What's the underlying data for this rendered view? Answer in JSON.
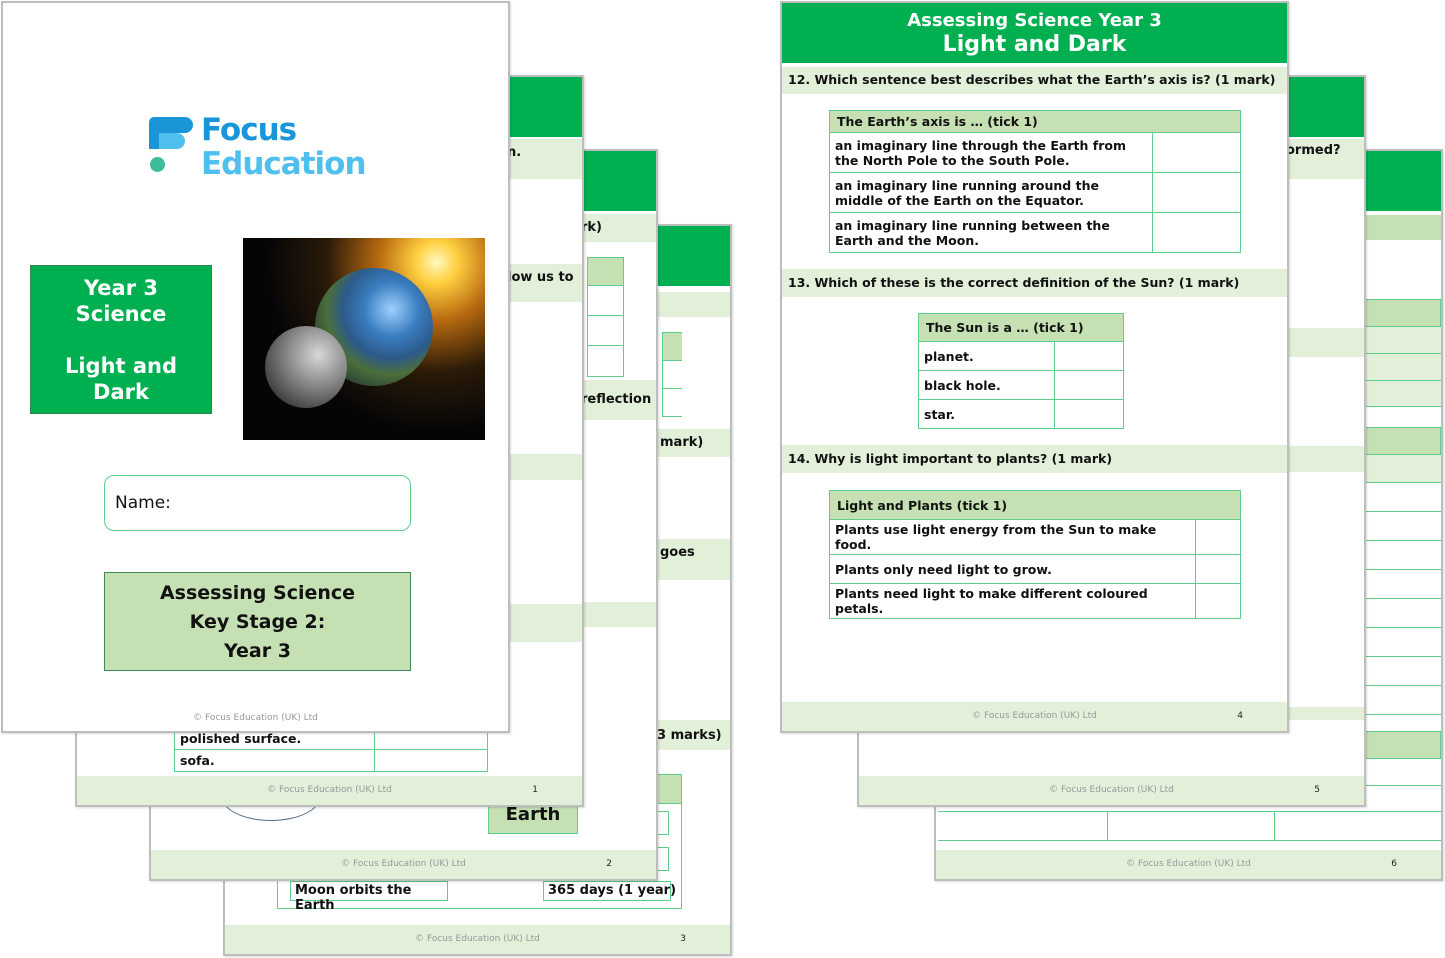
{
  "footer_text": "© Focus Education (UK) Ltd",
  "colors": {
    "header_green": "#00b050",
    "band_green": "#e2efd9",
    "table_header_green": "#c5e0b3",
    "logo_blue": "#1a96d8"
  },
  "cover": {
    "logo": {
      "line1": "Focus",
      "line2": "Education"
    },
    "title_box": {
      "line1": "Year 3",
      "line2": "Science",
      "line3": "Light and",
      "line4": "Dark"
    },
    "image": "earth-moon-sun-image",
    "name_label": "Name:",
    "subtitle": {
      "line1": "Assessing Science",
      "line2": "Key Stage 2:",
      "line3": "Year 3"
    }
  },
  "page1": {
    "page_number": "1",
    "fragments": [
      "n.",
      "low us to"
    ],
    "table_rows": [
      "polished surface.",
      "sofa."
    ]
  },
  "page2": {
    "page_number": "2",
    "fragments": [
      "rk)",
      "reflection"
    ],
    "earth_label": "Earth"
  },
  "page3": {
    "page_number": "3",
    "fragments": [
      "mark)",
      "goes",
      "3 marks)"
    ],
    "match_left": "Moon orbits the Earth",
    "match_right": "365 days (1 year)"
  },
  "page4": {
    "page_number": "4",
    "header": {
      "line1": "Assessing Science Year 3",
      "line2": "Light and Dark"
    },
    "q12": {
      "question": "12.  Which sentence best describes what the Earth’s axis is? (1 mark)",
      "table_header": "The Earth’s axis is … (tick 1)",
      "options": [
        "an imaginary line through the Earth from the North Pole to the South Pole.",
        "an imaginary line running around the middle of the Earth on the Equator.",
        "an imaginary line running between the Earth and the Moon."
      ]
    },
    "q13": {
      "question": "13.  Which of these is the correct definition of the Sun? (1 mark)",
      "table_header": "The Sun is a … (tick 1)",
      "options": [
        "planet.",
        "black hole.",
        "star."
      ]
    },
    "q14": {
      "question": "14.  Why is light important to plants? (1 mark)",
      "table_header": "Light and Plants (tick 1)",
      "options": [
        "Plants use light energy from the Sun to make food.",
        "Plants only need light to grow.",
        "Plants need light to make different coloured petals."
      ]
    }
  },
  "page5": {
    "page_number": "5",
    "fragments": [
      "ormed?"
    ]
  },
  "page6": {
    "page_number": "6"
  }
}
